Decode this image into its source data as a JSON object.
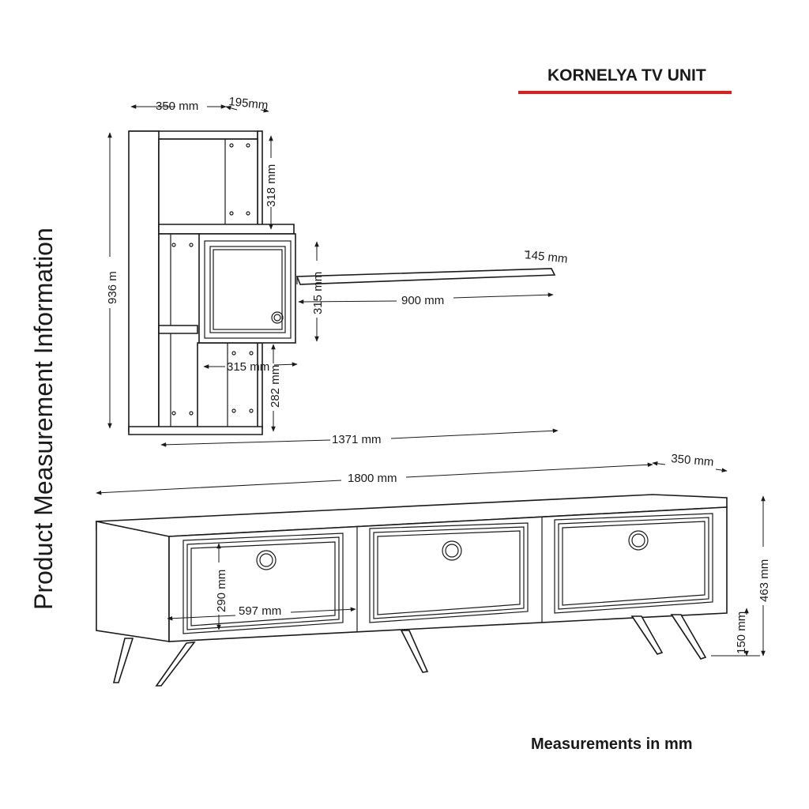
{
  "header": {
    "title": "KORNELYA TV UNIT",
    "accent_color": "#e21b1b"
  },
  "side_title": "Product Measurement Information",
  "footer": "Measurements in mm",
  "dimensions": {
    "bookcase_width": "350 mm",
    "bookcase_depth": "195mm",
    "top_compartment_height": "318 mm",
    "total_height": "936 m",
    "shelf_depth": "145 mm",
    "door_height": "315 mm",
    "shelf_length": "900 mm",
    "door_width": "315 mm",
    "bottom_compartment_height": "282 mm",
    "wall_unit_width": "1371 mm",
    "tv_stand_depth": "350 mm",
    "tv_stand_width": "1800 mm",
    "tv_stand_height": "463 mm",
    "drawer_height": "290 mm",
    "drawer_width": "597 mm",
    "leg_height": "150 mm"
  }
}
